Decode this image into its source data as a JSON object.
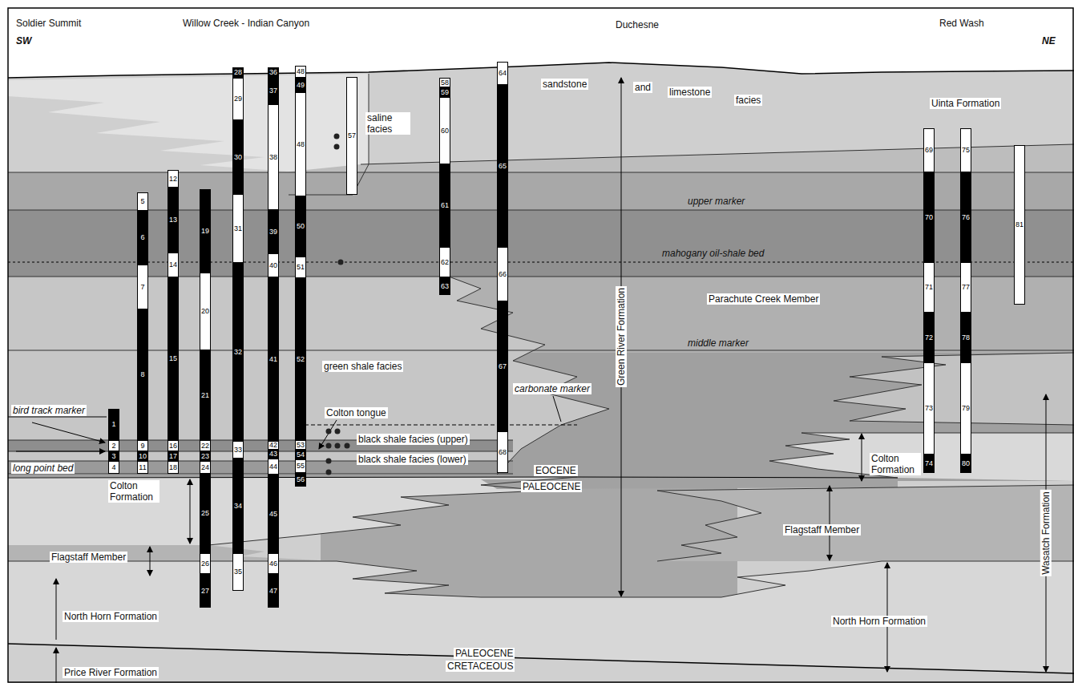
{
  "diagram": {
    "nodes": [
      {
        "text": [
          "1"
        ]
      },
      {
        "text": [
          "2"
        ]
      },
      {
        "text": [
          "3"
        ]
      },
      {
        "text": [
          "4"
        ]
      },
      {
        "text": [
          "5"
        ]
      },
      {
        "text": [
          "6"
        ]
      },
      {
        "text": [
          "7"
        ]
      },
      {
        "text": [
          "8"
        ]
      },
      {
        "text": [
          "9"
        ]
      },
      {
        "text": [
          "10"
        ]
      },
      {
        "text": [
          "11"
        ]
      },
      {
        "text": [
          "12"
        ]
      },
      {
        "text": [
          "13"
        ]
      },
      {
        "text": [
          "14"
        ]
      },
      {
        "text": [
          "15"
        ]
      },
      {
        "text": [
          "16"
        ]
      },
      {
        "text": [
          "17"
        ]
      },
      {
        "text": [
          "18"
        ]
      },
      {
        "text": [
          "19"
        ]
      },
      {
        "text": [
          "20"
        ]
      },
      {
        "text": [
          "21"
        ]
      },
      {
        "text": [
          "22"
        ]
      },
      {
        "text": [
          "23"
        ]
      },
      {
        "text": [
          "24"
        ]
      },
      {
        "text": [
          "25"
        ]
      },
      {
        "text": [
          "26"
        ]
      },
      {
        "text": [
          "27"
        ]
      },
      {
        "text": [
          "28"
        ]
      },
      {
        "text": [
          "29"
        ]
      },
      {
        "text": [
          "30"
        ]
      },
      {
        "text": [
          "31"
        ]
      },
      {
        "text": [
          "32"
        ]
      },
      {
        "text": [
          "33"
        ]
      },
      {
        "text": [
          "34"
        ]
      },
      {
        "text": [
          "35"
        ]
      },
      {
        "text": [
          "36"
        ]
      },
      {
        "text": [
          "37"
        ]
      },
      {
        "text": [
          "38"
        ]
      },
      {
        "text": [
          "39"
        ]
      },
      {
        "text": [
          "40"
        ]
      },
      {
        "text": [
          "41"
        ]
      },
      {
        "text": [
          "42"
        ]
      },
      {
        "text": [
          "43"
        ]
      },
      {
        "text": [
          "44"
        ]
      },
      {
        "text": [
          "45"
        ]
      },
      {
        "text": [
          "46"
        ]
      },
      {
        "text": [
          "47"
        ]
      },
      {
        "text": [
          "48"
        ]
      },
      {
        "text": [
          "49"
        ]
      },
      {
        "text": [
          "48"
        ]
      },
      {
        "text": [
          "50"
        ]
      },
      {
        "text": [
          "51"
        ]
      },
      {
        "text": [
          "52"
        ]
      },
      {
        "text": [
          "53"
        ]
      },
      {
        "text": [
          "54"
        ]
      },
      {
        "text": [
          "55"
        ]
      },
      {
        "text": [
          "56"
        ]
      },
      {
        "text": [
          "57"
        ]
      },
      {
        "text": [
          "58"
        ]
      },
      {
        "text": [
          "59"
        ]
      },
      {
        "text": [
          "60"
        ]
      },
      {
        "text": [
          "61"
        ]
      },
      {
        "text": [
          "62"
        ]
      },
      {
        "text": [
          "63"
        ]
      },
      {
        "text": [
          "64"
        ]
      },
      {
        "text": [
          "65"
        ]
      },
      {
        "text": [
          "66"
        ]
      },
      {
        "text": [
          "67"
        ]
      },
      {
        "text": [
          "68"
        ]
      },
      {
        "text": [
          "69"
        ]
      },
      {
        "text": [
          "70"
        ]
      },
      {
        "text": [
          "71"
        ]
      },
      {
        "text": [
          "72"
        ]
      },
      {
        "text": [
          "73"
        ]
      },
      {
        "text": [
          "74"
        ]
      },
      {
        "text": [
          "75"
        ]
      },
      {
        "text": [
          "76"
        ]
      },
      {
        "text": [
          "77"
        ]
      },
      {
        "text": [
          "78"
        ]
      },
      {
        "text": [
          "79"
        ]
      },
      {
        "text": [
          "80"
        ]
      },
      {
        "text": [
          "81"
        ]
      }
    ],
    "labels": [
      "Soldier Summit",
      "Willow Creek - Indian Canyon",
      "Duchesne",
      "Red Wash",
      "SW",
      "NE",
      "sandstone",
      "and",
      "limestone",
      "facies",
      "Uinta Formation",
      "saline facies",
      "upper marker",
      "mahogany oil-shale bed",
      "Parachute Creek Member",
      "middle marker",
      "green shale facies",
      "carbonate marker",
      "Green River Formation",
      "bird track marker",
      "Colton tongue",
      "black shale facies (upper)",
      "black shale facies (lower)",
      "long point bed",
      "EOCENE",
      "PALEOCENE",
      "Colton Formation",
      "Flagstaff Member",
      "North Horn Formation",
      "Price River Formation",
      "PALEOCENE",
      "CRETACEOUS",
      "Colton Formation",
      "Flagstaff Member",
      "North Horn Formation",
      "Wasatch Formation"
    ]
  }
}
